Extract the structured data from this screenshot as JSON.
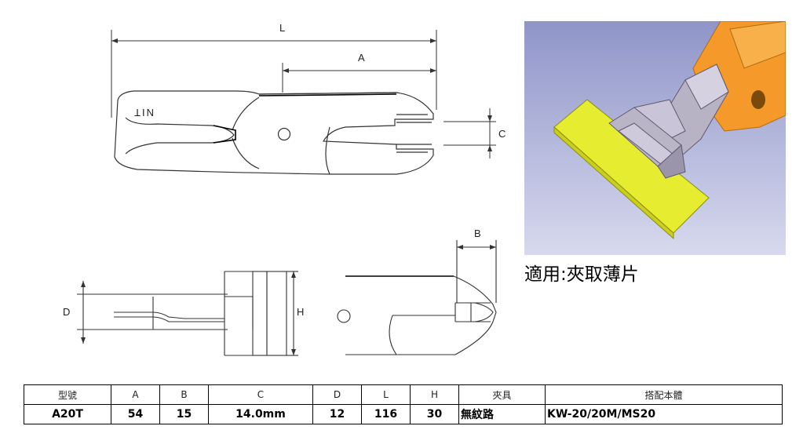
{
  "dimension_labels": {
    "L": "L",
    "A": "A",
    "C": "C",
    "B": "B",
    "D": "D",
    "H": "H",
    "engraving": "NIT"
  },
  "caption": "適用:夾取薄片",
  "colors": {
    "background_top": "#8f95c8",
    "background_bottom": "#d7d9ee",
    "orange": "#f59a2a",
    "grey": "#b7b2c4",
    "yellow": "#e6ec2f"
  },
  "table": {
    "headers": [
      "型號",
      "A",
      "B",
      "C",
      "D",
      "L",
      "H",
      "夾具",
      "搭配本體"
    ],
    "row": [
      "A20T",
      "54",
      "15",
      "14.0mm",
      "12",
      "116",
      "30",
      "無紋路",
      "KW-20/20M/MS20"
    ]
  }
}
